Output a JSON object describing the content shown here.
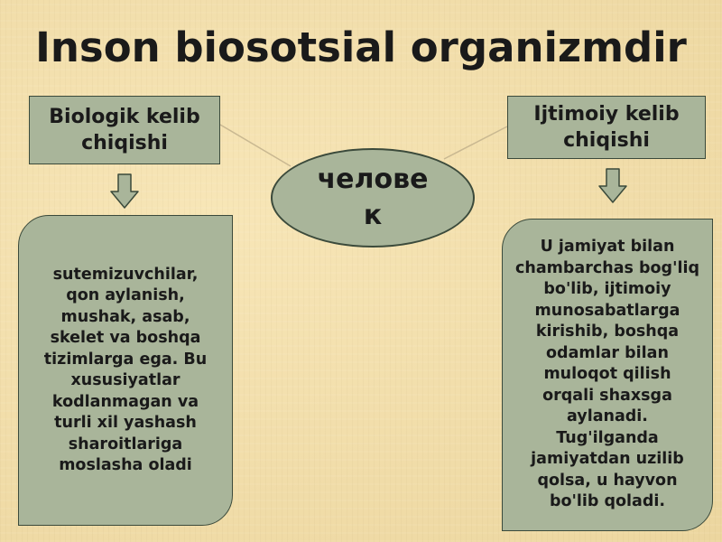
{
  "title": "Inson biosotsial organizmdir",
  "left_branch": {
    "heading": "Biologik kelib chiqishi",
    "description": "sutemizuvchilar, qon aylanish, mushak, asab, skelet va boshqa tizimlarga ega. Bu xususiyatlar kodlanmagan va turli xil yashash sharoitlariga moslasha oladi"
  },
  "right_branch": {
    "heading": "Ijtimoiy kelib chiqishi",
    "description": "U jamiyat bilan chambarchas bog'liq bo'lib, ijtimoiy munosabatlarga kirishib, boshqa odamlar bilan muloqot qilish orqali shaxsga aylanadi. Tug'ilganda jamiyatdan uzilib qolsa, u hayvon bo'lib qoladi."
  },
  "center": {
    "label": "человек"
  },
  "colors": {
    "box_fill": "#a9b59a",
    "box_border": "#3b4a3b",
    "background": "#f0dca6",
    "text": "#1a1a1a"
  }
}
